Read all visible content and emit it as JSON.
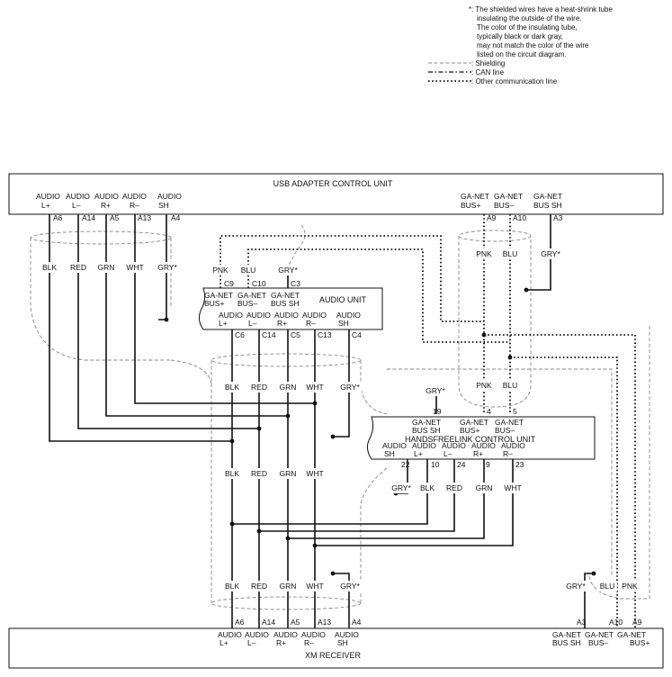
{
  "notes": {
    "asterisk_lines": [
      "*: The shielded wires have a heat-shrink tube",
      "insulating the outside of the wire.",
      "The color of the insulating tube,",
      "typically black or dark gray,",
      "may not match the color of the wire",
      "listed on the circuit diagram."
    ],
    "legend": [
      {
        "style": "shield",
        "label": ": Shielding"
      },
      {
        "style": "can",
        "label": ": CAN line"
      },
      {
        "style": "comm",
        "label": ": Other communication line"
      }
    ]
  },
  "usb_unit": {
    "title": "USB ADAPTER CONTROL UNIT",
    "pins": [
      {
        "name1": "AUDIO",
        "name2": "L+",
        "term": "A6"
      },
      {
        "name1": "AUDIO",
        "name2": "L–",
        "term": "A14"
      },
      {
        "name1": "AUDIO",
        "name2": "R+",
        "term": "A5"
      },
      {
        "name1": "AUDIO",
        "name2": "R–",
        "term": "A13"
      },
      {
        "name1": "AUDIO",
        "name2": "SH",
        "term": "A4"
      },
      {
        "name1": "GA-NET",
        "name2": "BUS+",
        "term": "A9"
      },
      {
        "name1": "GA-NET",
        "name2": "BUS–",
        "term": "A10"
      },
      {
        "name1": "GA-NET",
        "name2": "BUS SH",
        "term": "A3"
      }
    ],
    "wires": [
      "BLK",
      "RED",
      "GRN",
      "WHT",
      "GRY*",
      "PNK",
      "BLU",
      "GRY*"
    ]
  },
  "audio_unit": {
    "title": "AUDIO UNIT",
    "ganet_pins": [
      {
        "name1": "GA-NET",
        "name2": "BUS+",
        "term": "C9",
        "wire": "PNK"
      },
      {
        "name1": "GA-NET",
        "name2": "BUS–",
        "term": "C10",
        "wire": "BLU"
      },
      {
        "name1": "GA-NET",
        "name2": "BUS SH",
        "term": "C3",
        "wire": "GRY*"
      }
    ],
    "audio_pins": [
      {
        "name1": "AUDIO",
        "name2": "L+",
        "term": "C6",
        "wire": "BLK"
      },
      {
        "name1": "AUDIO",
        "name2": "L–",
        "term": "C14",
        "wire": "RED"
      },
      {
        "name1": "AUDIO",
        "name2": "R+",
        "term": "C5",
        "wire": "GRN"
      },
      {
        "name1": "AUDIO",
        "name2": "R–",
        "term": "C13",
        "wire": "WHT"
      },
      {
        "name1": "AUDIO",
        "name2": "SH",
        "term": "C4",
        "wire": "GRY*"
      }
    ]
  },
  "hfl_unit": {
    "title": "HANDSFREELINK CONTROL UNIT",
    "ganet_pins": [
      {
        "name1": "GA-NET",
        "name2": "BUS SH",
        "term": "19",
        "wire": "GRY*"
      },
      {
        "name1": "GA-NET",
        "name2": "BUS+",
        "term": "4",
        "wire": "PNK"
      },
      {
        "name1": "GA-NET",
        "name2": "BUS–",
        "term": "5",
        "wire": "BLU"
      }
    ],
    "audio_pins": [
      {
        "name1": "AUDIO",
        "name2": "SH",
        "term": "22",
        "wire": "GRY*"
      },
      {
        "name1": "AUDIO",
        "name2": "L+",
        "term": "10",
        "wire": "BLK"
      },
      {
        "name1": "AUDIO",
        "name2": "L–",
        "term": "24",
        "wire": "RED"
      },
      {
        "name1": "AUDIO",
        "name2": "R+",
        "term": "9",
        "wire": "GRN"
      },
      {
        "name1": "AUDIO",
        "name2": "R–",
        "term": "23",
        "wire": "WHT"
      }
    ]
  },
  "mid_wires": [
    "BLK",
    "RED",
    "GRN",
    "WHT",
    "GRY*"
  ],
  "lower_wires": [
    "BLK",
    "RED",
    "GRN",
    "WHT"
  ],
  "xm_unit": {
    "title": "XM RECEIVER",
    "audio_pins": [
      {
        "name1": "AUDIO",
        "name2": "L+",
        "term": "A6",
        "wire": "BLK"
      },
      {
        "name1": "AUDIO",
        "name2": "L–",
        "term": "A14",
        "wire": "RED"
      },
      {
        "name1": "AUDIO",
        "name2": "R+",
        "term": "A5",
        "wire": "GRN"
      },
      {
        "name1": "AUDIO",
        "name2": "R–",
        "term": "A13",
        "wire": "WHT"
      },
      {
        "name1": "AUDIO",
        "name2": "SH",
        "term": "A4",
        "wire": "GRY*"
      }
    ],
    "ganet_pins": [
      {
        "name1": "GA-NET",
        "name2": "BUS SH",
        "term": "A3",
        "wire": "GRY*"
      },
      {
        "name1": "GA-NET",
        "name2": "BUS–",
        "term": "A10",
        "wire": "BLU"
      },
      {
        "name1": "GA-NET",
        "name2": "BUS+",
        "term": "A9",
        "wire": "PNK"
      }
    ]
  }
}
